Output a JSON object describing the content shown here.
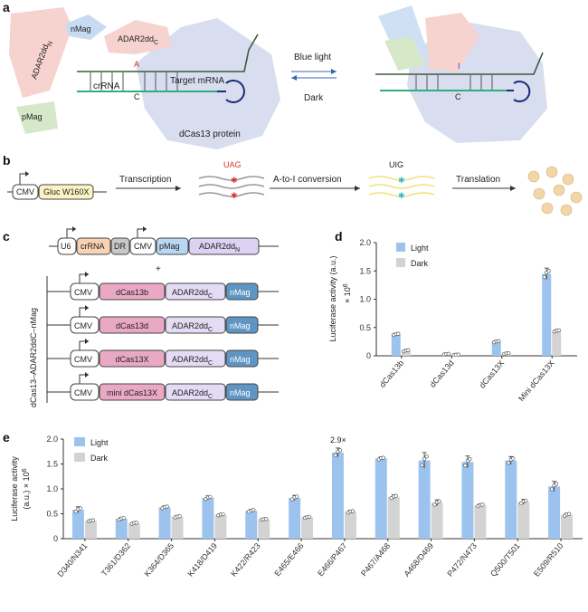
{
  "panels": {
    "a": "a",
    "b": "b",
    "c": "c",
    "d": "d",
    "e": "e"
  },
  "panel_a": {
    "adar_left": "ADAR2dd",
    "adar_left_sub": "N",
    "pmag": "pMag",
    "nmag": "nMag",
    "adar_top": "ADAR2dd",
    "adar_top_sub": "C",
    "base_a": "A",
    "base_c": "C",
    "target_mrna": "Target mRNA",
    "crrna": "crRNA",
    "dcas13_protein": "dCas13 protein",
    "blue_light": "Blue light",
    "dark": "Dark",
    "base_i": "I",
    "base_c_right": "C"
  },
  "panel_b": {
    "cmv": "CMV",
    "gluc": "Gluc W160X",
    "transcription": "Transcription",
    "uag": "UAG",
    "a_to_i": "A-to-I conversion",
    "uig": "UIG",
    "translation": "Translation"
  },
  "panel_c": {
    "u6": "U6",
    "crrna": "crRNA",
    "dr": "DR",
    "cmv": "CMV",
    "pmag": "pMag",
    "adar_n": "ADAR2dd",
    "adar_n_sub": "N",
    "plus": "+",
    "side_label": "dCas13–ADAR2ddC–nMag",
    "rows": [
      {
        "cas": "dCas13b",
        "adar": "ADAR2dd",
        "sub": "C",
        "nmag": "nMag",
        "cmv": "CMV"
      },
      {
        "cas": "dCas13d",
        "adar": "ADAR2dd",
        "sub": "C",
        "nmag": "nMag",
        "cmv": "CMV"
      },
      {
        "cas": "dCas13X",
        "adar": "ADAR2dd",
        "sub": "C",
        "nmag": "nMag",
        "cmv": "CMV"
      },
      {
        "cas": "mini dCas13X",
        "adar": "ADAR2dd",
        "sub": "C",
        "nmag": "nMag",
        "cmv": "CMV"
      }
    ]
  },
  "chart_data": [
    {
      "panel": "d",
      "type": "bar",
      "categories": [
        "dCas13b",
        "dCas13d",
        "dCas13X",
        "Mini dCas13X"
      ],
      "series": [
        {
          "name": "Light",
          "color": "#9cc3ee",
          "values": [
            0.38,
            0.03,
            0.25,
            1.45
          ],
          "errors": [
            0.02,
            0.01,
            0.02,
            0.1
          ]
        },
        {
          "name": "Dark",
          "color": "#d3d3d3",
          "values": [
            0.09,
            0.02,
            0.04,
            0.44
          ],
          "errors": [
            0.02,
            0.005,
            0.01,
            0.02
          ]
        }
      ],
      "ylabel": "Luciferase activity (a.u.)",
      "yscale_label": "× 10",
      "yscale_exp": "6",
      "ylim": [
        0,
        2.0
      ],
      "yticks": [
        "0",
        "0.5",
        "1.0",
        "1.5",
        "2.0"
      ],
      "legend": [
        "Light",
        "Dark"
      ],
      "legend_position": "top-left"
    },
    {
      "panel": "e",
      "type": "bar",
      "categories": [
        "D340/N341",
        "T361/D362",
        "K364/D365",
        "K418/D419",
        "K422/R423",
        "E465/E466",
        "E466/P467",
        "P467/A468",
        "A468/D469",
        "P472/N473",
        "Q500/T501",
        "E509/R510"
      ],
      "series": [
        {
          "name": "Light",
          "color": "#9cc3ee",
          "values": [
            0.58,
            0.4,
            0.63,
            0.82,
            0.56,
            0.82,
            1.73,
            1.61,
            1.57,
            1.54,
            1.57,
            1.05
          ],
          "errors": [
            0.06,
            0.03,
            0.03,
            0.04,
            0.03,
            0.05,
            0.09,
            0.03,
            0.16,
            0.12,
            0.08,
            0.1
          ]
        },
        {
          "name": "Dark",
          "color": "#d3d3d3",
          "values": [
            0.36,
            0.31,
            0.44,
            0.48,
            0.39,
            0.43,
            0.54,
            0.84,
            0.72,
            0.67,
            0.74,
            0.48
          ],
          "errors": [
            0.02,
            0.02,
            0.02,
            0.02,
            0.01,
            0.02,
            0.03,
            0.04,
            0.06,
            0.03,
            0.05,
            0.03
          ]
        }
      ],
      "annotation": "2.9×",
      "ylabel_line1": "Luciferase activity",
      "ylabel_line2": "(a.u.) × 10",
      "yscale_exp": "6",
      "ylim": [
        0,
        2.0
      ],
      "yticks": [
        "0",
        "0.5",
        "1.0",
        "1.5",
        "2.0"
      ],
      "legend": [
        "Light",
        "Dark"
      ],
      "legend_position": "top-left"
    }
  ]
}
